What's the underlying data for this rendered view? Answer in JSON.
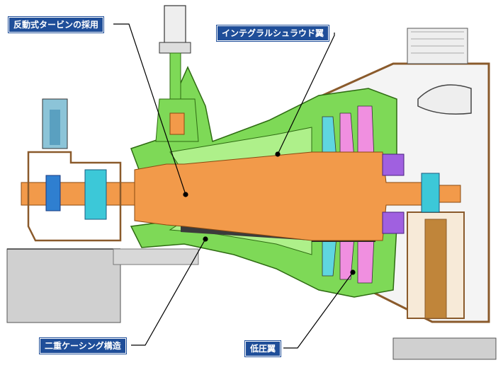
{
  "labels": {
    "reaction_turbine": "反動式タービンの採用",
    "integral_shroud": "インテグラルシュラウド翼",
    "double_casing": "二重ケーシング構造",
    "low_pressure_blade": "低圧翼"
  },
  "colors": {
    "rotor": "#f29a4a",
    "casing": "#7ed957",
    "inner_casing": "#6acb45",
    "blade_pink": "#f08fe0",
    "blade_cyan": "#5fd6e0",
    "bearing_blue": "#2f7fd0",
    "bearing_cyan": "#3cc8d8",
    "brown_frame": "#8a5a2b",
    "purple": "#a060e0",
    "ground": "#c8c8c8",
    "label_bg": "#1f4e99"
  }
}
